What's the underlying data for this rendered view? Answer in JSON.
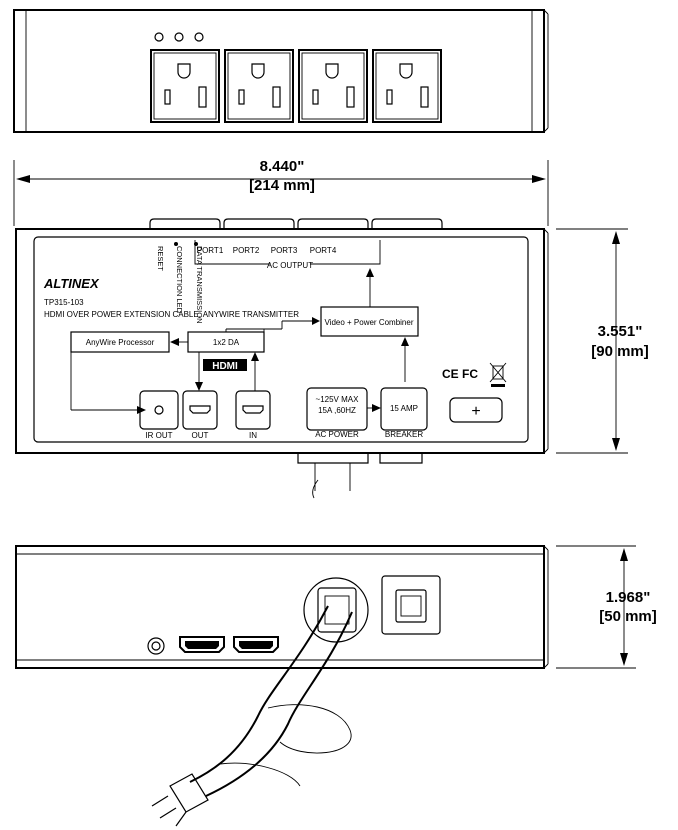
{
  "dimensions": {
    "width_in": "8.440\"",
    "width_mm": "[214 mm]",
    "height_in": "3.551\"",
    "height_mm": "[90 mm]",
    "depth_in": "1.968\"",
    "depth_mm": "[50 mm]"
  },
  "panel": {
    "brand": "ALTINEX",
    "model": "TP315-103",
    "description": "HDMI OVER POWER EXTENSION CABLE, ANYWIRE TRANSMITTER",
    "leds": {
      "reset": "RESET",
      "connection": "CONNECTION LED",
      "data_transmission": "DATA TRANSMISSION"
    },
    "ports": [
      "PORT1",
      "PORT2",
      "PORT3",
      "PORT4"
    ],
    "ac_output": "AC OUTPUT",
    "combiner": "Video + Power Combiner",
    "anywire_processor": "AnyWire Processor",
    "da": "1x2 DA",
    "hdmi_logo": "HDMI",
    "ir_out": "IR OUT",
    "out": "OUT",
    "in": "IN",
    "ac_power_rating_1": "~125V MAX",
    "ac_power_rating_2": "15A ,60HZ",
    "ac_power": "AC POWER",
    "breaker_rating": "15 AMP",
    "breaker": "BREAKER",
    "cert_marks": "CE FC",
    "breaker_button_symbol": "+"
  }
}
